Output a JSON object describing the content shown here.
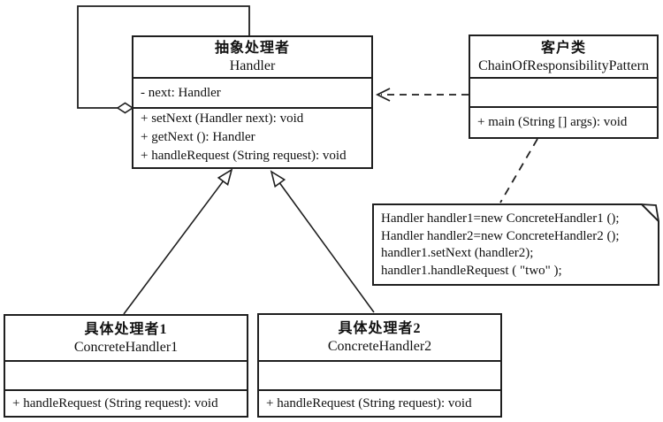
{
  "classes": {
    "handler": {
      "title_zh": "抽象处理者",
      "title_en": "Handler",
      "attributes": [
        "- next: Handler"
      ],
      "methods": [
        "+ setNext (Handler next): void",
        "+ getNext (): Handler",
        "+ handleRequest (String request): void"
      ]
    },
    "client": {
      "title_zh": "客户类",
      "title_en": "ChainOfResponsibilityPattern",
      "attributes": [],
      "methods": [
        "+ main (String [] args): void"
      ]
    },
    "concrete1": {
      "title_zh": "具体处理者1",
      "title_en": "ConcreteHandler1",
      "attributes": [],
      "methods": [
        "+ handleRequest (String request): void"
      ]
    },
    "concrete2": {
      "title_zh": "具体处理者2",
      "title_en": "ConcreteHandler2",
      "attributes": [],
      "methods": [
        "+ handleRequest (String request): void"
      ]
    }
  },
  "note": {
    "lines": [
      "Handler handler1=new ConcreteHandler1 ();",
      "Handler handler2=new ConcreteHandler2 ();",
      "handler1.setNext (handler2);",
      "handler1.handleRequest ( \"two\" );"
    ]
  },
  "relations": [
    {
      "type": "self-aggregation",
      "from": "Handler",
      "to": "Handler",
      "label": ""
    },
    {
      "type": "dependency-dashed-arrow",
      "from": "ChainOfResponsibilityPattern",
      "to": "Handler"
    },
    {
      "type": "generalization",
      "from": "ConcreteHandler1",
      "to": "Handler"
    },
    {
      "type": "generalization",
      "from": "ConcreteHandler2",
      "to": "Handler"
    },
    {
      "type": "note-anchor",
      "from": "ChainOfResponsibilityPattern",
      "to": "code-note"
    }
  ],
  "colors": {
    "line": "#1f1f1f",
    "background": "#ffffff"
  }
}
